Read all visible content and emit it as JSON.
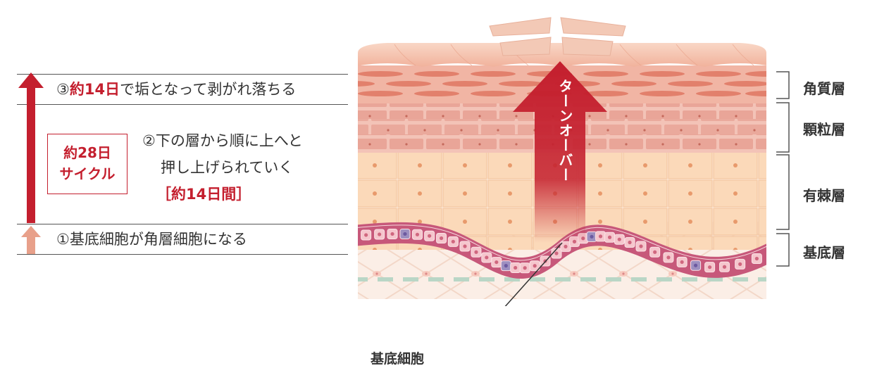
{
  "steps": {
    "step3_prefix": "③",
    "step3_highlight": "約14日",
    "step3_suffix": "で垢となって剥がれ落ちる",
    "step2_line1": "②下の層から順に上へと",
    "step2_line2": "押し上げられていく",
    "step2_line3": "［約14日間］",
    "step1": "①基底細胞が角層細胞になる"
  },
  "cycle": {
    "line1": "約28日",
    "line2": "サイクル"
  },
  "layers": {
    "stratum_corneum": "角質層",
    "stratum_granulosum": "顆粒層",
    "stratum_spinosum": "有棘層",
    "stratum_basale": "基底層"
  },
  "turnover_label": "ターンオーバー",
  "callout_label": "基底細胞",
  "colors": {
    "accent_red": "#c41f2e",
    "light_arrow": "#e8a08a",
    "corneum": "#e88f7e",
    "granular": "#f0b4a8",
    "spinous": "#fbd8b7",
    "basal": "#c7587a",
    "basal_nucleus": "#9d8fc0"
  }
}
